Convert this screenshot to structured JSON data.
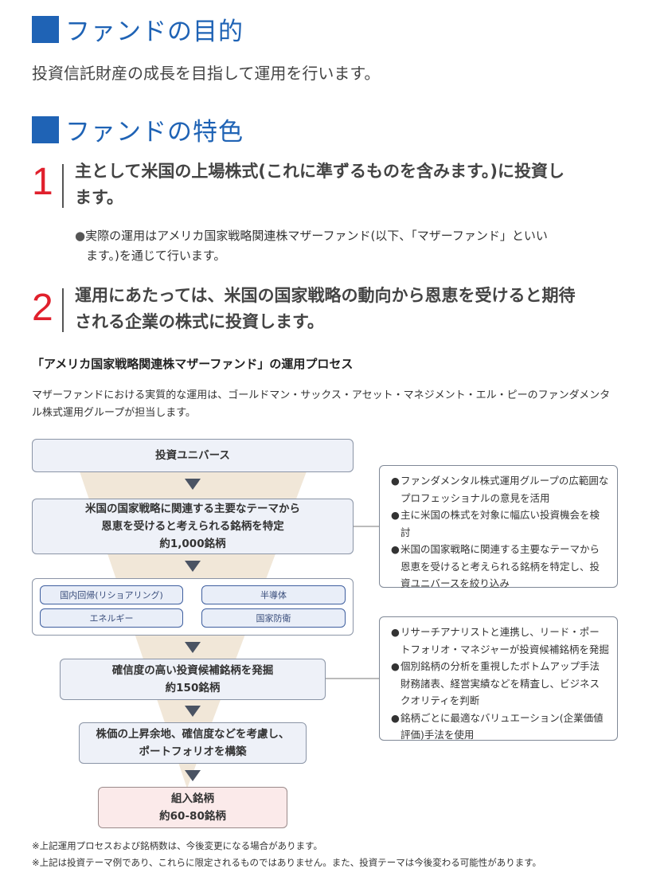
{
  "colors": {
    "accent_blue": "#1f63b5",
    "red": "#e0202c",
    "funnel": "#f1e7d8",
    "final_box": "#fbeaea"
  },
  "purpose": {
    "title": "ファンドの目的",
    "text": "投資信託財産の成長を目指して運用を行います。"
  },
  "features": {
    "title": "ファンドの特色",
    "items": [
      {
        "num": "1",
        "line1": "主として米国の上場株式(これに準ずるものを含みます。)に投資し",
        "line2": "ます。",
        "bullet_mark": "●",
        "bullet_line1": "実際の運用はアメリカ国家戦略関連株マザーファンド(以下、「マザーファンド」といい",
        "bullet_line2": "ます。)を通じて行います。"
      },
      {
        "num": "2",
        "line1": "運用にあたっては、米国の国家戦略の動向から恩恵を受けると期待",
        "line2": "される企業の株式に投資します。"
      }
    ]
  },
  "process": {
    "title": "「アメリカ国家戦略関連株マザーファンド」の運用プロセス",
    "desc_line1": "マザーファンドにおける実質的な運用は、ゴールドマン・サックス・アセット・マネジメント・エル・ピーのファンダメンタ",
    "desc_line2": "ル株式運用グループが担当します。",
    "steps": {
      "universe": "投資ユニバース",
      "identify_line1": "米国の国家戦略に関連する主要なテーマから",
      "identify_line2": "恩恵を受けると考えられる銘柄を特定",
      "identify_line3": "約1,000銘柄",
      "discover_line1": "確信度の高い投資候補銘柄を発掘",
      "discover_line2": "約150銘柄",
      "construct_line1": "株価の上昇余地、確信度などを考慮し、",
      "construct_line2": "ポートフォリオを構築",
      "final_line1": "組入銘柄",
      "final_line2": "約60-80銘柄"
    },
    "themes": [
      "国内回帰(リショアリング)",
      "半導体",
      "エネルギー",
      "国家防衛"
    ],
    "note1": [
      "ファンダメンタル株式運用グループの広範囲なプロフェッショナルの意見を活用",
      "主に米国の株式を対象に幅広い投資機会を検討",
      "米国の国家戦略に関連する主要なテーマから恩恵を受けると考えられる銘柄を特定し、投資ユニバースを絞り込み"
    ],
    "note2": [
      "リサーチアナリストと連携し、リード・ポートフォリオ・マネジャーが投資候補銘柄を発掘",
      "個別銘柄の分析を重視したボトムアップ手法財務諸表、経営実績などを精査し、ビジネスクオリティを判断",
      "銘柄ごとに最適なバリュエーション(企業価値評価)手法を使用"
    ],
    "bullet": "●"
  },
  "footnotes": [
    "※上記運用プロセスおよび銘柄数は、今後変更になる場合があります。",
    "※上記は投資テーマ例であり、これらに限定されるものではありません。また、投資テーマは今後変わる可能性があります。"
  ]
}
